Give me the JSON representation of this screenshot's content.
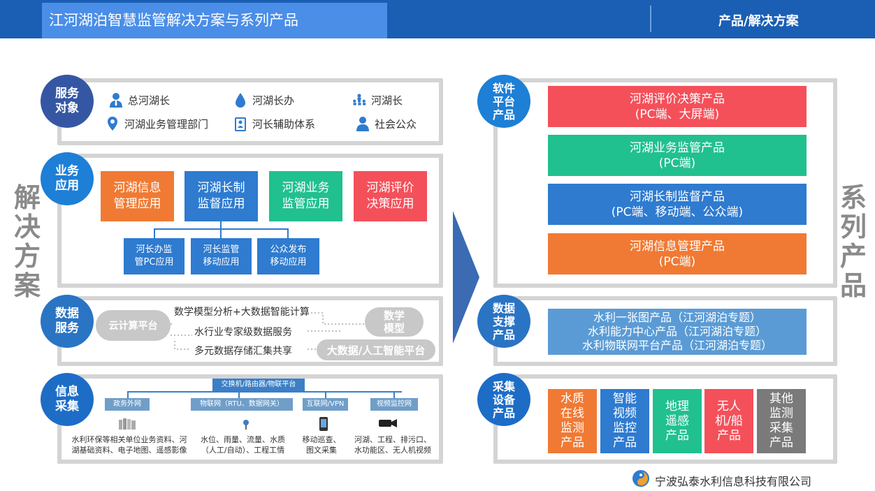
{
  "header": {
    "title": "江河湖泊智慧监管解决方案与系列产品",
    "right": "产品/解决方案"
  },
  "left_title": [
    "解",
    "决",
    "方",
    "案"
  ],
  "right_title": [
    "系",
    "列",
    "产",
    "品"
  ],
  "service": {
    "circle": [
      "服务",
      "对象"
    ],
    "items": [
      "总河湖长",
      "河湖长办",
      "河湖长",
      "河湖业务管理部门",
      "河长辅助体系",
      "社会公众"
    ]
  },
  "business": {
    "circle": [
      "业务",
      "应用"
    ],
    "apps": [
      {
        "line1": "河湖信息",
        "line2": "管理应用",
        "color": "#f07a34"
      },
      {
        "line1": "河湖长制",
        "line2": "监督应用",
        "color": "#2e7bd0"
      },
      {
        "line1": "河湖业务",
        "line2": "监管应用",
        "color": "#21c08f"
      },
      {
        "line1": "河湖评价",
        "line2": "决策应用",
        "color": "#f4505a"
      }
    ],
    "subs": [
      {
        "line1": "河长办监",
        "line2": "管PC应用"
      },
      {
        "line1": "河长监管",
        "line2": "移动应用"
      },
      {
        "line1": "公众发布",
        "line2": "移动应用"
      }
    ]
  },
  "dataservice": {
    "circle": [
      "数据",
      "服务"
    ],
    "cloud_left": "云计算平台",
    "lines": [
      "数学模型分析+大数据智能计算",
      "水行业专家级数据服务",
      "多元数据存储汇集共享"
    ],
    "model": [
      "数学",
      "模型"
    ],
    "bigdata": "大数据/人工智能平台"
  },
  "collect": {
    "circle": [
      "信息",
      "采集"
    ],
    "bus": "交换机/路由器/物联平台",
    "nets": [
      "政务外网",
      "物联网（RTU、数据网关）",
      "互联网/VPN",
      "视频监控网"
    ],
    "descs": [
      [
        "水利环保等相关单位业务资料、河",
        "湖基础资料、电子地图、遥感影像"
      ],
      [
        "水位、雨量、流量、水质",
        "（人工/自动）、工程工情"
      ],
      [
        "移动巡查、",
        "图文采集"
      ],
      [
        "河湖、工程、排污口、",
        "水功能区、无人机视频"
      ]
    ]
  },
  "software": {
    "circle": [
      "软件",
      "平台",
      "产品"
    ],
    "products": [
      {
        "line1": "河湖评价决策产品",
        "line2": "(PC端、大屏端)",
        "color": "#f4505a"
      },
      {
        "line1": "河湖业务监管产品",
        "line2": "(PC端)",
        "color": "#21c08f"
      },
      {
        "line1": "河湖长制监督产品",
        "line2": "(PC端、移动端、公众端)",
        "color": "#2e7bd0"
      },
      {
        "line1": "河湖信息管理产品",
        "line2": "(PC端)",
        "color": "#f07a34"
      }
    ]
  },
  "datasupport": {
    "circle": [
      "数据",
      "支撑",
      "产品"
    ],
    "lines": [
      "水利一张图产品（江河湖泊专题）",
      "水利能力中心产品（江河湖泊专题）",
      "水利物联网平台产品（江河湖泊专题）"
    ]
  },
  "devices": {
    "circle": [
      "采集",
      "设备",
      "产品"
    ],
    "items": [
      {
        "text": "水质\n在线\n监测\n产品",
        "color": "#f07a34"
      },
      {
        "text": "智能\n视频\n监控\n产品",
        "color": "#2e7bd0"
      },
      {
        "text": "地理\n遥感\n产品",
        "color": "#21c08f"
      },
      {
        "text": "无人\n机/船\n产品",
        "color": "#f4505a"
      },
      {
        "text": "其他\n监测\n采集\n产品",
        "color": "#7a7a7a"
      }
    ]
  },
  "footer": {
    "company": "宁波弘泰水利信息科技有限公司"
  }
}
